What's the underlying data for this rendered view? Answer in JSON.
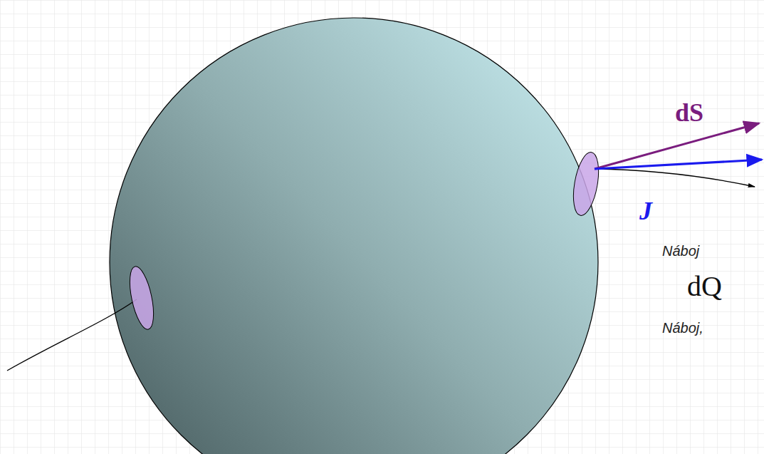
{
  "diagram": {
    "labels": [
      "dS",
      "J",
      "Náboj",
      "dQ",
      "Náboj,"
    ]
  }
}
